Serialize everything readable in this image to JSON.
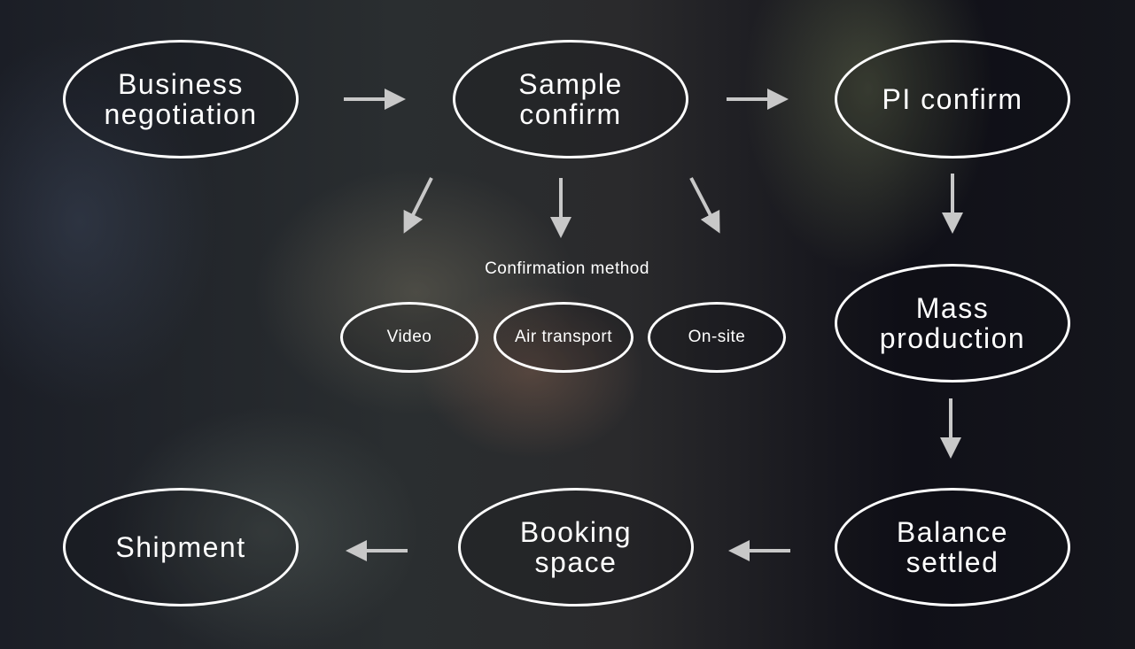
{
  "steps": {
    "business_negotiation": "Business negotiation",
    "sample_confirm": "Sample confirm",
    "pi_confirm": "PI confirm",
    "mass_production": "Mass production",
    "balance_settled": "Balance settled",
    "booking_space": "Booking space",
    "shipment": "Shipment"
  },
  "confirmation": {
    "title": "Confirmation method",
    "methods": [
      "Video",
      "Air transport",
      "On-site"
    ]
  },
  "colors": {
    "arrow": "#c8c8c8",
    "outline": "#ffffff"
  }
}
